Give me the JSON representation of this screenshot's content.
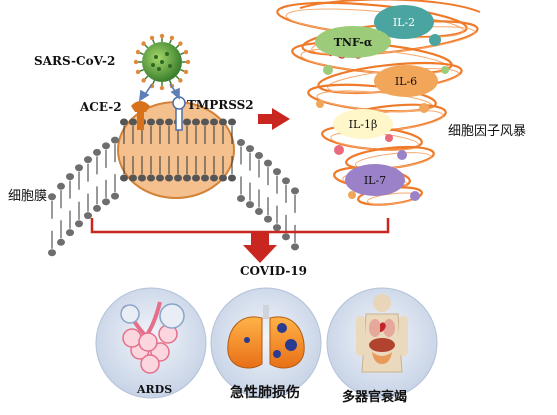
{
  "labels": {
    "virus": "SARS-CoV-2",
    "ace2": "ACE-2",
    "tmprss2": "TMPRSS2",
    "membrane": "细胞膜",
    "storm": "细胞因子风暴",
    "covid": "COVID-19",
    "ards": "ARDS",
    "lung_injury": "急性肺损伤",
    "organ_failure": "多器官衰竭"
  },
  "cytokines": [
    {
      "label": "IL-2",
      "color": "#4aa5a0"
    },
    {
      "label": "TNF-α",
      "color": "#9ccc7a"
    },
    {
      "label": "IL-6",
      "color": "#f2a65a"
    },
    {
      "label": "IL-1β",
      "color": "#fff6c9"
    },
    {
      "label": "IL-7",
      "color": "#9b82c8"
    }
  ],
  "colors": {
    "cell": "#f4c08e",
    "cell_border": "#d38238",
    "bilayer_head": "#6e6e6e",
    "tornado": "#ee7a2a",
    "arrow": "#c8261e",
    "bracket": "#c8261e",
    "virus": "#4e9a3a",
    "outcome_circle": "#d9e3f2"
  }
}
